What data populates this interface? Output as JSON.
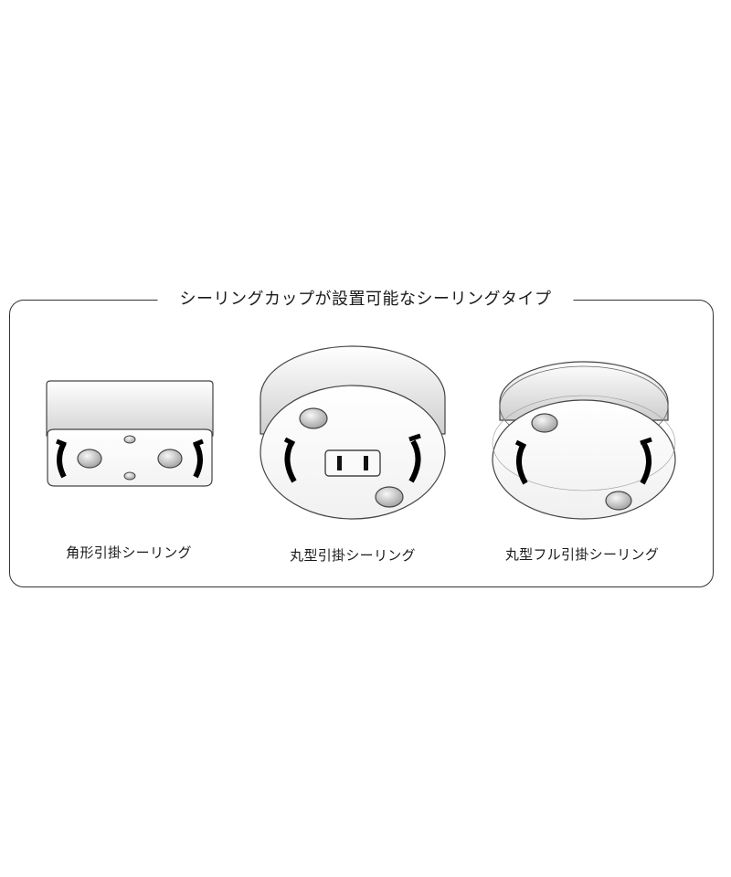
{
  "panel": {
    "title": "シーリングカップが設置可能なシーリングタイプ"
  },
  "fixtures": [
    {
      "label": "角形引掛シーリング"
    },
    {
      "label": "丸型引掛シーリング"
    },
    {
      "label": "丸型フル引掛シーリング"
    }
  ]
}
